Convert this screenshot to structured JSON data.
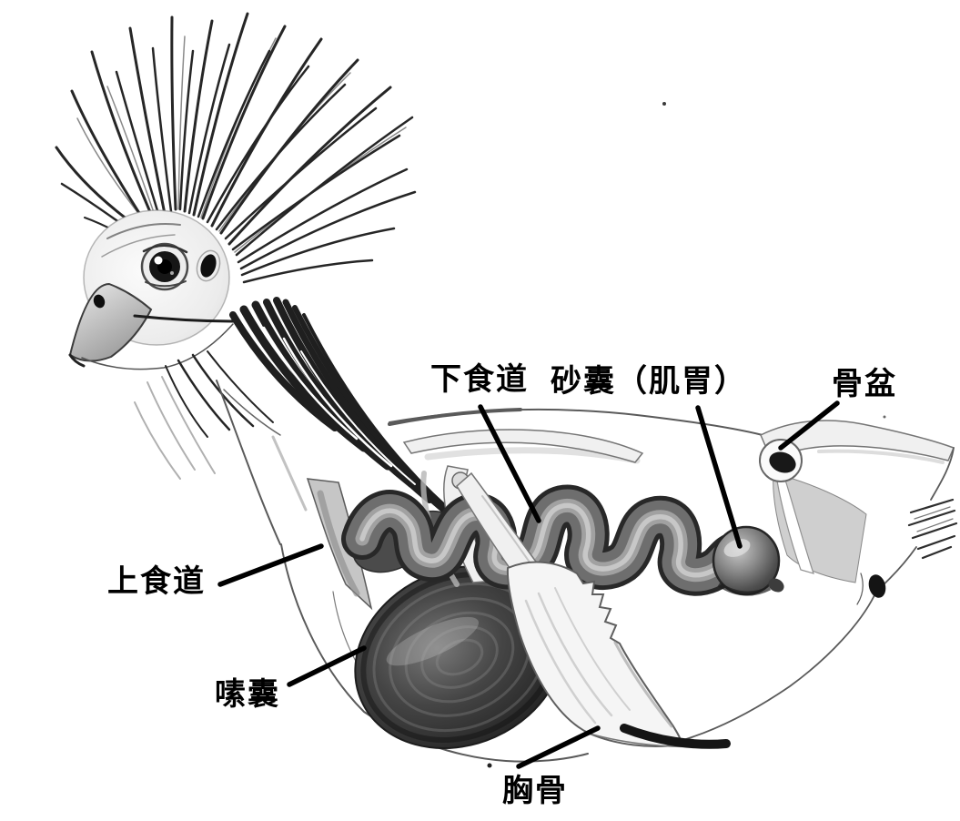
{
  "colors": {
    "background": "#ffffff",
    "ink": "#000000"
  },
  "labels": {
    "lower_esophagus": "下食道",
    "gizzard": "砂囊（肌胃）",
    "pelvis": "骨盆",
    "upper_esophagus": "上食道",
    "crop": "嗉囊",
    "sternum": "胸骨"
  }
}
